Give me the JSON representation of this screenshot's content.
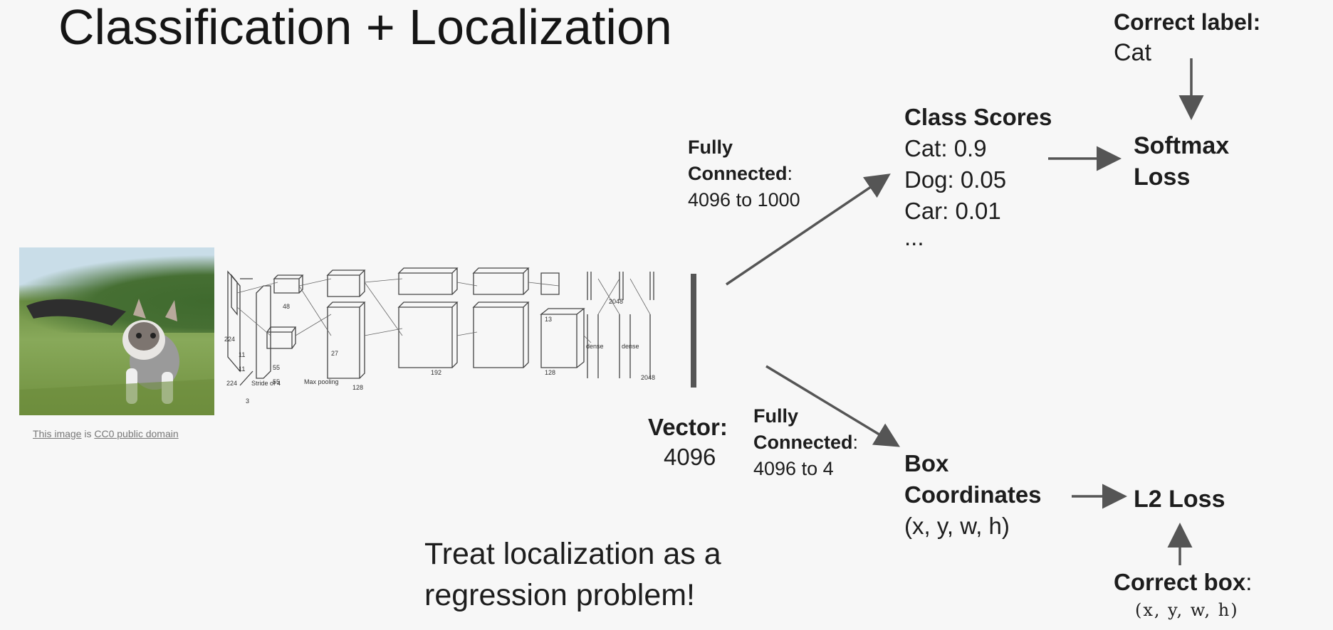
{
  "title": "Classification + Localization",
  "image_caption": {
    "prefix": "This image",
    "middle": " is ",
    "license": "CC0 public domain"
  },
  "cnn": {
    "labels": [
      "224",
      "224",
      "3",
      "Stride of 4",
      "11",
      "11",
      "55",
      "55",
      "48",
      "128",
      "27",
      "Max pooling",
      "192",
      "13",
      "128",
      "2048",
      "2048",
      "dense",
      "dense"
    ]
  },
  "vector": {
    "label": "Vector:",
    "value": "4096"
  },
  "fc_top": {
    "line1": "Fully",
    "line2_bold": "Connected",
    "line2_rest": ":",
    "line3": "4096 to 1000"
  },
  "fc_bottom": {
    "line1": "Fully",
    "line2_bold": "Connected",
    "line2_rest": ":",
    "line3": "4096 to 4"
  },
  "class_scores": {
    "heading": "Class Scores",
    "items": [
      "Cat: 0.9",
      "Dog: 0.05",
      "Car: 0.01",
      "..."
    ]
  },
  "softmax": {
    "line1": "Softmax",
    "line2": "Loss"
  },
  "correct_label": {
    "heading": "Correct label:",
    "value": "Cat"
  },
  "box_coords": {
    "line1": "Box",
    "line2": "Coordinates",
    "line3": "(x, y, w, h)"
  },
  "l2": {
    "label": "L2 Loss"
  },
  "correct_box": {
    "heading": "Correct box",
    "colon": ":",
    "value": "(x, y, w, h)"
  },
  "regression_note": {
    "line1": "Treat localization as a",
    "line2": "regression problem!"
  },
  "colors": {
    "arrow": "#555555",
    "text": "#1d1d1d",
    "background": "#f7f7f7"
  }
}
